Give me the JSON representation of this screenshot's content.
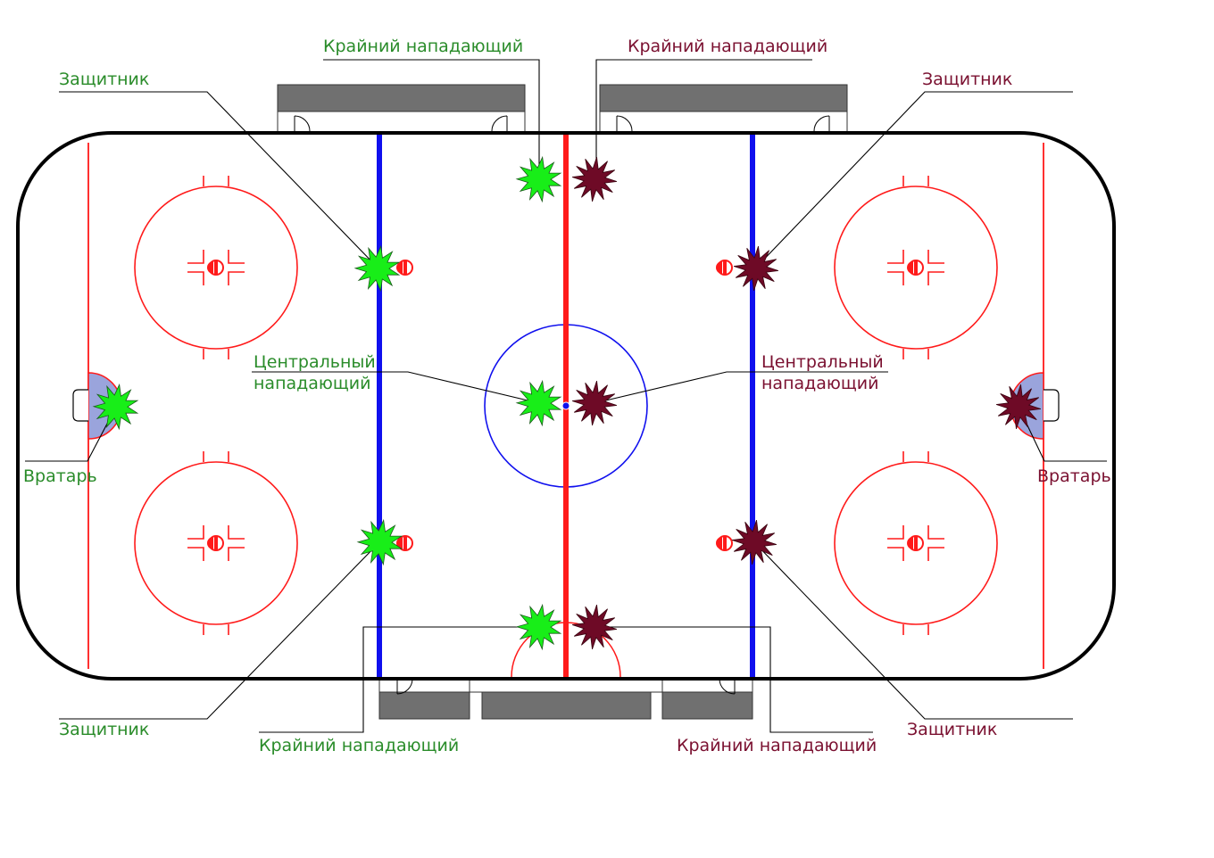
{
  "colors": {
    "team_green": "#2a8c2a",
    "team_green_fill": "#18ee18",
    "team_maroon": "#7a1030",
    "team_maroon_fill": "#6e0a26",
    "blue_line": "#1010ee",
    "red_line": "#ff1a1a",
    "crease": "#9aa4dc",
    "bench": "#707070"
  },
  "labels": {
    "green": {
      "wing_top": "Крайний нападающий",
      "defense_top": "Защитник",
      "center_1": "Центральный",
      "center_2": "нападающий",
      "goalie": "Вратарь",
      "defense_bottom": "Защитник",
      "wing_bottom": "Крайний нападающий"
    },
    "maroon": {
      "wing_top": "Крайний нападающий",
      "defense_top": "Защитник",
      "center_1": "Центральный",
      "center_2": "нападающий",
      "goalie": "Вратарь",
      "defense_bottom": "Защитник",
      "wing_bottom": "Крайний нападающий"
    }
  }
}
